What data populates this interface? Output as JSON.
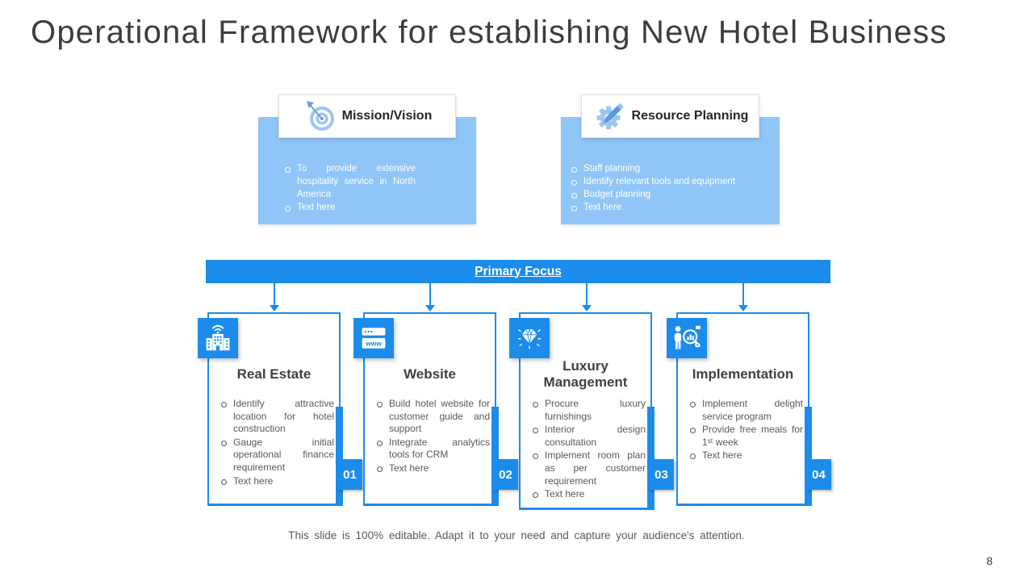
{
  "slide": {
    "title": "Operational Framework for establishing New Hotel Business",
    "footer": "This slide is 100% editable. Adapt it to your need and capture your audience's attention.",
    "page_number": "8"
  },
  "colors": {
    "accent_blue": "#1b8ceb",
    "light_blue": "#8fc6f7"
  },
  "top_boxes": [
    {
      "title": "Mission/Vision",
      "icon": "target-icon",
      "bullets": [
        "To provide extensive hospitality service in North America",
        "Text here"
      ]
    },
    {
      "title": "Resource Planning",
      "icon": "gear-pencil-icon",
      "bullets": [
        "Staff planning",
        "Identify relevant tools and equipment",
        "Budget planning",
        "Text here"
      ]
    }
  ],
  "primary_focus": {
    "label": "Primary Focus"
  },
  "cards": [
    {
      "number": "01",
      "title": "Real Estate",
      "icon": "hotel-building-icon",
      "bullets": [
        "Identify attractive location for hotel construction",
        "Gauge initial operational finance requirement",
        "Text here"
      ]
    },
    {
      "number": "02",
      "title": "Website",
      "icon": "browser-www-icon",
      "icon_label": "www",
      "bullets": [
        "Build hotel website for customer guide and support",
        "Integrate analytics tools for CRM",
        "Text here"
      ]
    },
    {
      "number": "03",
      "title": "Luxury Management",
      "icon": "diamond-icon",
      "bullets": [
        "Procure luxury furnishings",
        "Interior design consultation",
        "Implement room plan as per customer requirement",
        "Text here"
      ]
    },
    {
      "number": "04",
      "title": "Implementation",
      "icon": "person-magnifier-icon",
      "bullets": [
        "Implement delight service program",
        "Provide free meals for 1ˢᵗ week",
        "Text here"
      ]
    }
  ]
}
